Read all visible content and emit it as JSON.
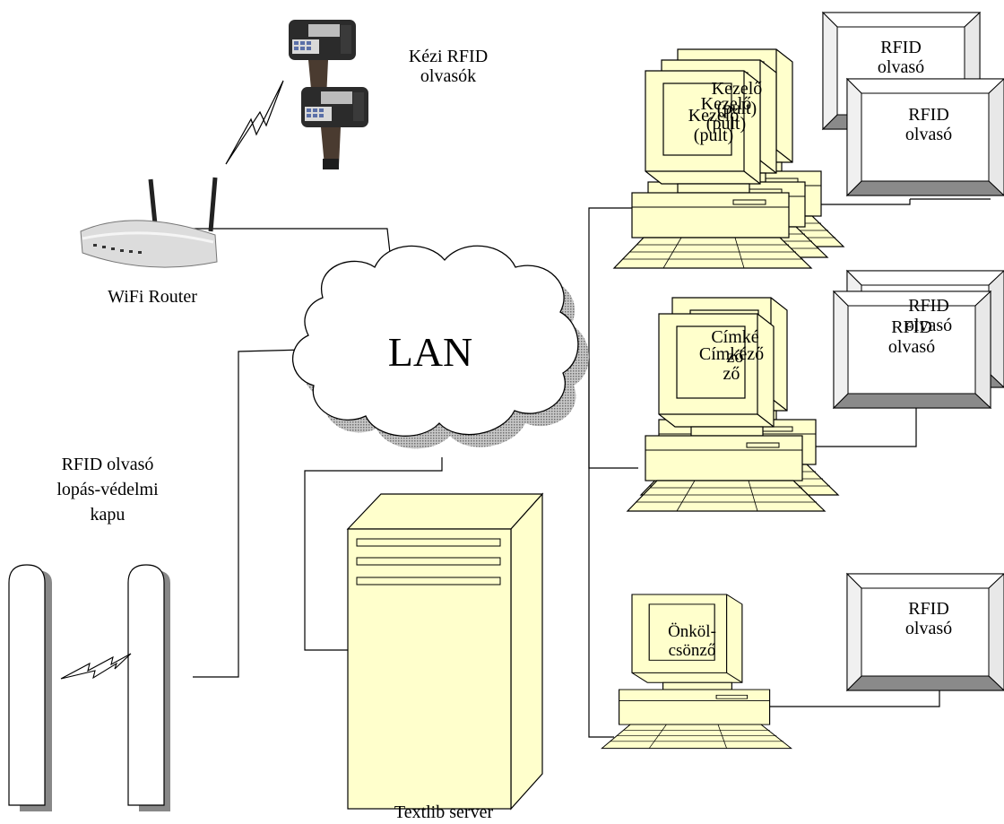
{
  "labels": {
    "handheld_readers": [
      "Kézi RFID",
      "olvasók"
    ],
    "wifi_router": "WiFi Router",
    "lan": "LAN",
    "gate": [
      "RFID olvasó",
      "lopás-védelmi",
      "kapu"
    ],
    "server": "Textlib server",
    "operator_back": [
      "Kezelő",
      "(pult)"
    ],
    "operator_front": [
      "Kezelő",
      "(pult)"
    ],
    "labeler_back": [
      "Címké",
      "ző"
    ],
    "labeler_front": [
      "Címkéző",
      "ző"
    ],
    "selfcheck": [
      "Önköl-",
      "csönző"
    ],
    "reader_top_back": [
      "RFID",
      "olvasó"
    ],
    "reader_top_front": [
      "RFID",
      "olvasó"
    ],
    "reader_mid_back": [
      "RFID",
      "olvasó"
    ],
    "reader_mid_front": [
      "RFID",
      "olvasó"
    ],
    "reader_bottom": [
      "RFID",
      "olvasó"
    ]
  },
  "colors": {
    "monitor_fill": "#ffffcc",
    "reader_frame": "#f4f4f4",
    "shadow": "#888888",
    "cloud_fill": "#ffffff",
    "line": "#000000"
  }
}
